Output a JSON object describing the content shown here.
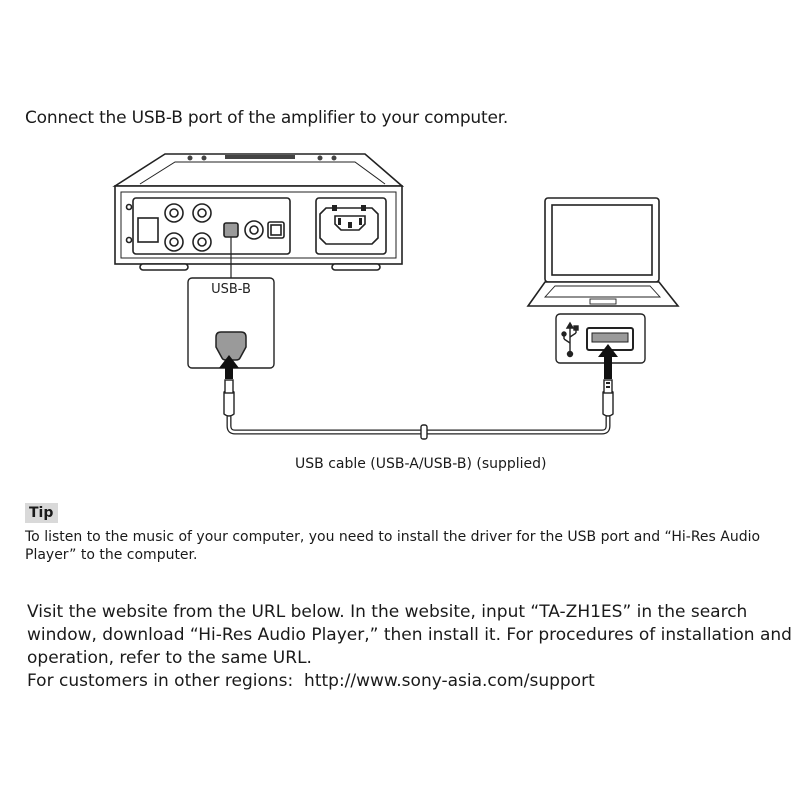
{
  "instruction": "Connect the USB-B port of the amplifier to your computer.",
  "diagram": {
    "port_label": "USB-B",
    "cable_label": "USB cable (USB-A/USB-B) (supplied)"
  },
  "tip": {
    "badge": "Tip",
    "text": "To listen to the music of your computer, you need to install the driver for the USB port and “Hi-Res Audio Player” to the computer."
  },
  "visit": {
    "lines": [
      "Visit the website from the URL below. In the website, input “TA-ZH1ES” in the search",
      "window, download “Hi-Res Audio Player,” then install it. For procedures of installation and",
      "operation, refer to the same URL."
    ],
    "regions_label": "For customers in other regions:",
    "url": "http://www.sony-asia.com/support"
  }
}
